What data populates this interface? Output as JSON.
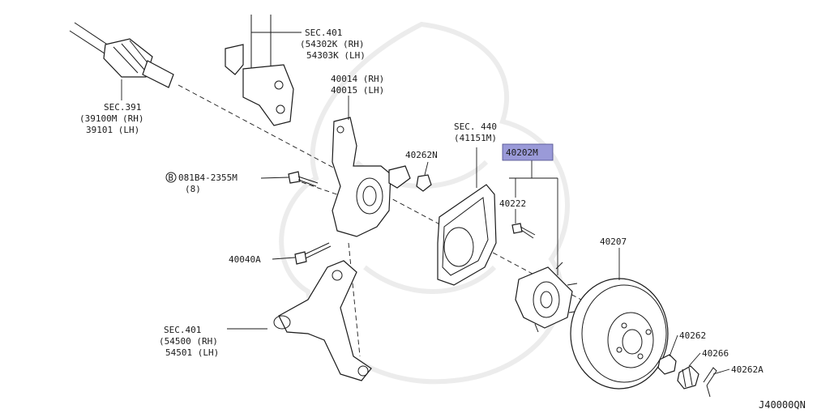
{
  "diagram": {
    "code": "J40000QN",
    "highlight_color": "#9a9ad8",
    "labels": {
      "sec391_a": "SEC.391",
      "sec391_b": "(39100M (RH)",
      "sec391_c": "39101   (LH)",
      "sec401_top_a": "SEC.401",
      "sec401_top_b": "(54302K (RH)",
      "sec401_top_c": "54303K (LH)",
      "knuckle_a": "40014 (RH)",
      "knuckle_b": "40015 (LH)",
      "nut_top": "40262N",
      "bolt_a": "081B4-2355M",
      "bolt_b": "(8)",
      "bolt_circle": "B",
      "bolt_40040a": "40040A",
      "sec440_a": "SEC. 440",
      "sec440_b": "(41151M)",
      "hub": "40202M",
      "stud": "40222",
      "rotor": "40207",
      "sec401_low_a": "SEC.401",
      "sec401_low_b": "(54500 (RH)",
      "sec401_low_c": "54501 (LH)",
      "nut": "40262",
      "cap": "40266",
      "pin": "40262A"
    }
  }
}
